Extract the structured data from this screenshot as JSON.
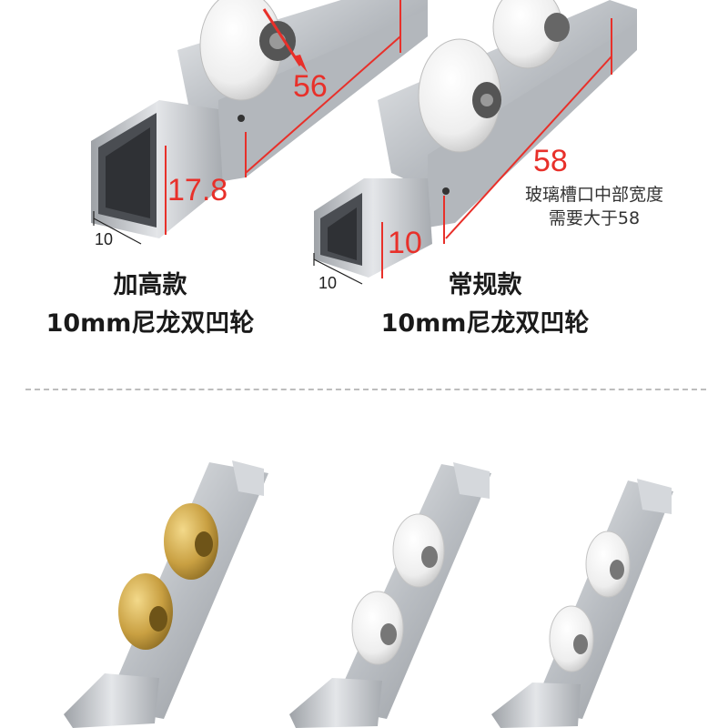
{
  "top_left": {
    "dims": {
      "length": "56",
      "height": "17.8",
      "width": "10"
    },
    "caption_line1": "加高款",
    "caption_line2": "10mm尼龙双凹轮"
  },
  "top_right": {
    "dims": {
      "length": "58",
      "height": "10",
      "width": "10"
    },
    "note_line1": "玻璃槽口中部宽度",
    "note_line2": "需要大于58",
    "caption_line1": "常规款",
    "caption_line2": "10mm尼龙双凹轮"
  },
  "colors": {
    "dimension_red": "#e8302a",
    "steel": "#c9ccd0",
    "brass": "#c9a042",
    "nylon": "#f2f2f2"
  }
}
